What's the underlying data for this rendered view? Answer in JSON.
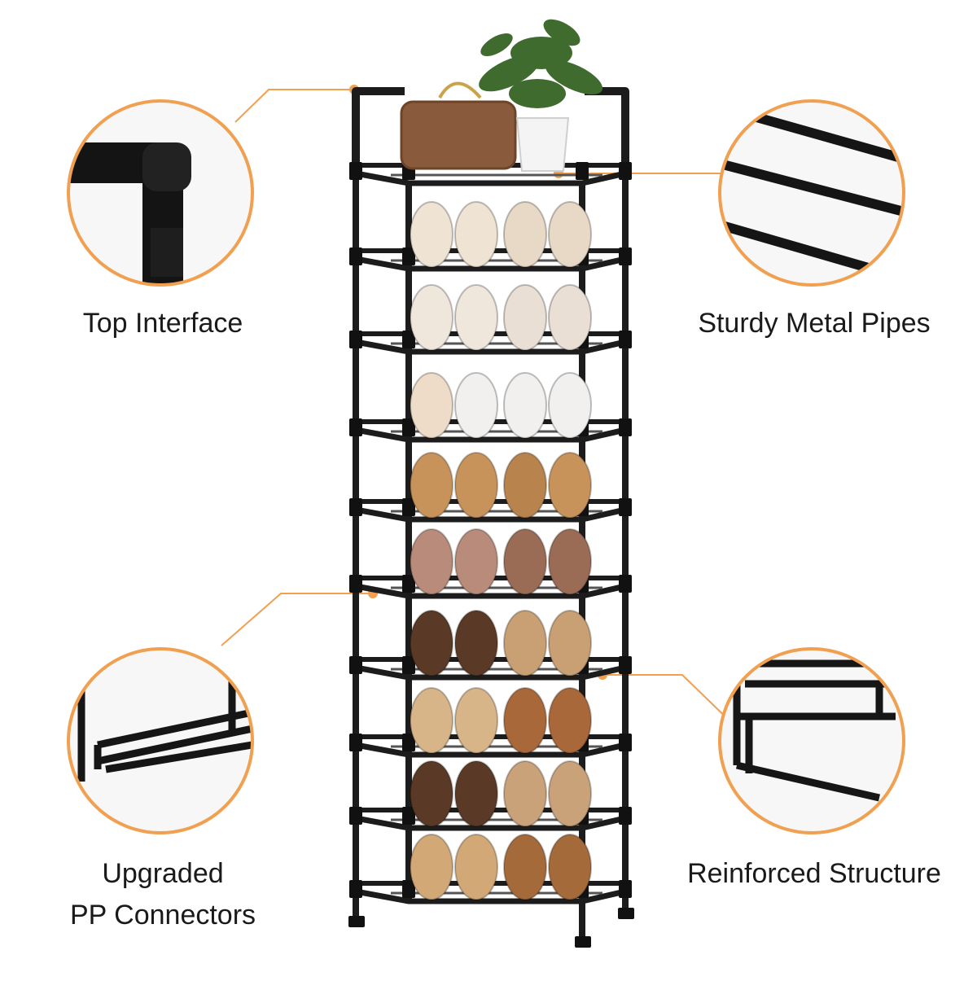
{
  "callouts": {
    "top_left": {
      "label": "Top Interface",
      "icon": "corner-joint-icon"
    },
    "top_right": {
      "label": "Sturdy Metal Pipes",
      "icon": "metal-pipes-icon"
    },
    "bottom_left": {
      "label_line1": "Upgraded",
      "label_line2": "PP Connectors",
      "icon": "pp-connector-icon"
    },
    "bottom_right": {
      "label": "Reinforced Structure",
      "icon": "reinforced-frame-icon"
    }
  },
  "colors": {
    "accent": "#f0a050",
    "frame": "#1c1c1c",
    "background": "#ffffff"
  }
}
